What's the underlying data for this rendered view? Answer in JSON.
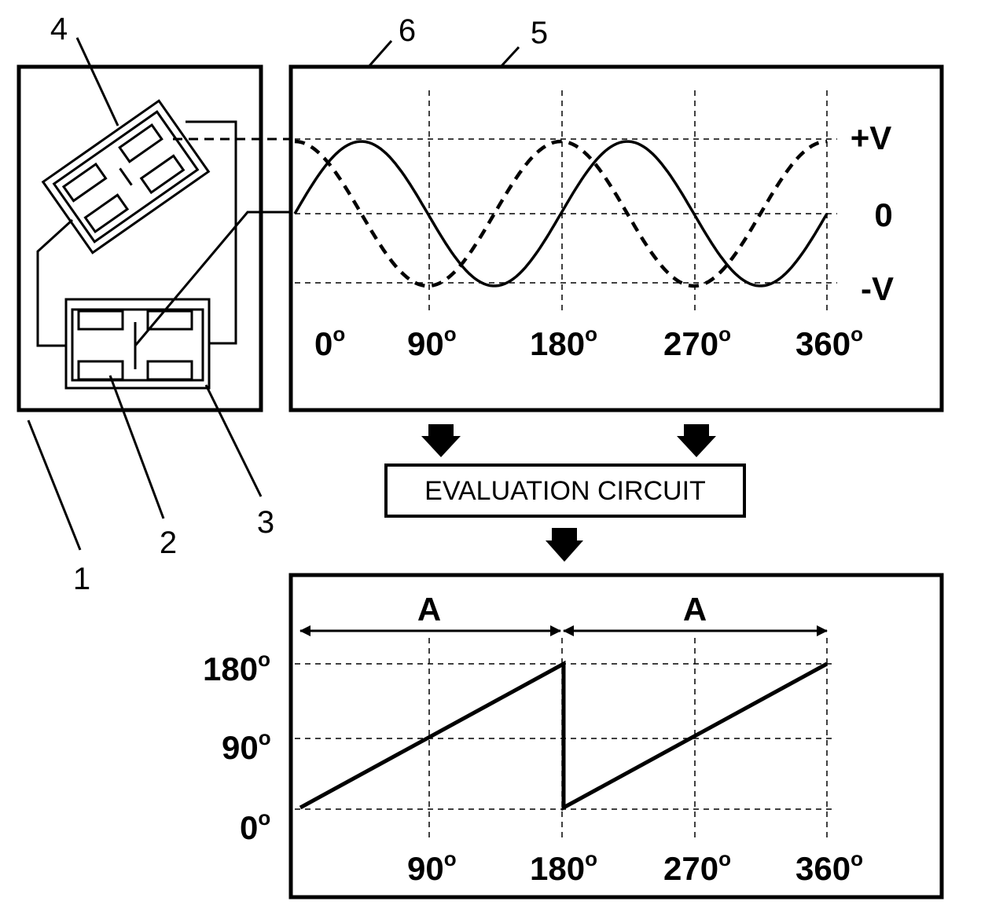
{
  "reference_numerals": {
    "n1": "1",
    "n2": "2",
    "n3": "3",
    "n4": "4",
    "n5": "5",
    "n6": "6"
  },
  "evaluation_label": "EVALUATION CIRCUIT",
  "top_plot": {
    "level_labels": {
      "plus": "+V",
      "zero": "0",
      "minus": "-V"
    },
    "angle_labels": [
      "0",
      "90",
      "180",
      "270",
      "360"
    ],
    "degree_mark": "o"
  },
  "bottom_plot": {
    "interval_labels": [
      "A",
      "A"
    ],
    "y_labels": [
      "180",
      "90",
      "0"
    ],
    "x_labels": [
      "90",
      "180",
      "270",
      "360"
    ],
    "degree_mark": "o"
  },
  "chart_data": [
    {
      "type": "line",
      "x_range": [
        0,
        360
      ],
      "y_levels": [
        "+V",
        "0",
        "-V"
      ],
      "series": [
        {
          "style": "solid",
          "function": "sin(2x)",
          "note_ref": "5"
        },
        {
          "style": "dashed",
          "function": "cos(2x)",
          "note_ref": "6"
        }
      ]
    },
    {
      "type": "line",
      "x": [
        0,
        180,
        180,
        360
      ],
      "y": [
        0,
        180,
        0,
        180
      ],
      "x_ticks": [
        90,
        180,
        270,
        360
      ],
      "y_ticks": [
        0,
        90,
        180
      ],
      "intervals": [
        [
          0,
          180
        ],
        [
          180,
          360
        ]
      ]
    }
  ]
}
